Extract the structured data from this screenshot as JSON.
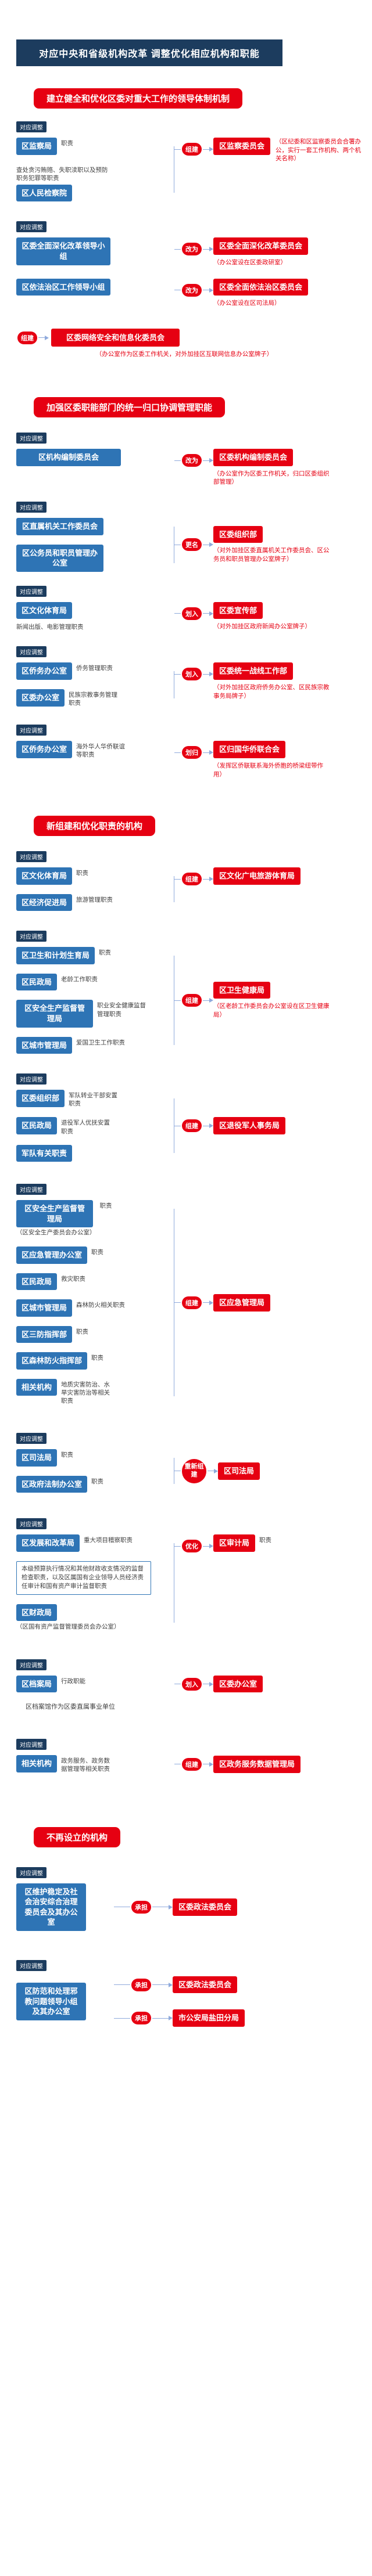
{
  "header": {
    "title": "对应中央和省级机构改革 调整优化相应机构和职能"
  },
  "tag": "对应调整",
  "s1": {
    "title": "建立健全和优化区委对重大工作的领导体制机制",
    "g1": {
      "src1": "区监察局",
      "src1_side": "职责",
      "src2": "区人民检察院",
      "src2_side": "查处贪污贿赂、失职渎职以及预防职务犯罪等职责",
      "action": "组建",
      "target": "区监察委员会",
      "note": "（区纪委和区监察委员会合署办公，实行一套工作机构、两个机关名称）"
    },
    "g2": {
      "row1": {
        "src": "区委全面深化改革领导小组",
        "action": "改为",
        "target": "区委全面深化改革委员会",
        "note": "（办公室设在区委政研室）"
      },
      "row2": {
        "src": "区依法治区工作领导小组",
        "action": "改为",
        "target": "区委全面依法治区委员会",
        "note": "（办公室设在区司法局）"
      }
    },
    "g3": {
      "action": "组建",
      "target": "区委网络安全和信息化委员会",
      "note": "（办公室作为区委工作机关，对外加挂区互联网信息办公室牌子）"
    }
  },
  "s2": {
    "title": "加强区委职能部门的统一归口协调管理职能",
    "g1": {
      "src": "区机构编制委员会",
      "action": "改为",
      "target": "区委机构编制委员会",
      "note": "（办公室作为区委工作机关，归口区委组织部管理）"
    },
    "g2": {
      "src1": "区直属机关工作委员会",
      "src2": "区公务员和职员管理办公室",
      "action": "更名",
      "target": "区委组织部",
      "note": "（对外加挂区委直属机关工作委员会、区公务员和职员管理办公室牌子）"
    },
    "g3": {
      "src": "区文化体育局",
      "src_side": "新闻出版、电影管理职责",
      "action": "划入",
      "target": "区委宣传部",
      "note": "（对外加挂区政府新闻办公室牌子）"
    },
    "g4": {
      "src1": "区侨务办公室",
      "src1_side": "侨务管理职责",
      "src2": "区委办公室",
      "src2_side": "民族宗教事务管理职责",
      "action": "划入",
      "target": "区委统一战线工作部",
      "note": "（对外加挂区政府侨务办公室、区民族宗教事务局牌子）"
    },
    "g5": {
      "src": "区侨务办公室",
      "src_side": "海外华人华侨联谊等职责",
      "action": "划归",
      "target": "区归国华侨联合会",
      "note": "（发挥区侨联联系海外侨胞的桥梁纽带作用）"
    }
  },
  "s3": {
    "title": "新组建和优化职责的机构",
    "g1": {
      "src1": "区文化体育局",
      "src1_side": "职责",
      "src2": "区经济促进局",
      "src2_side": "旅游管理职责",
      "action": "组建",
      "target": "区文化广电旅游体育局"
    },
    "g2": {
      "src1": "区卫生和计划生育局",
      "src1_side": "职责",
      "src2": "区民政局",
      "src2_side": "老龄工作职责",
      "src3": "区安全生产监督管理局",
      "src3_side": "职业安全健康监督管理职责",
      "src4": "区城市管理局",
      "src4_side": "爱国卫生工作职责",
      "action": "组建",
      "target": "区卫生健康局",
      "note": "（区老龄工作委员会办公室设在区卫生健康局）"
    },
    "g3": {
      "src1": "区委组织部",
      "src1_side": "军队转业干部安置职责",
      "src2": "区民政局",
      "src2_side": "退役军人优抚安置职责",
      "src3": "军队有关职责",
      "action": "组建",
      "target": "区退役军人事务局"
    },
    "g4": {
      "src1": "区安全生产监督管理局",
      "src1_sub": "（区安全生产委员会办公室）",
      "src1_side": "职责",
      "src2": "区应急管理办公室",
      "src2_side": "职责",
      "src3": "区民政局",
      "src3_side": "救灾职责",
      "src4": "区城市管理局",
      "src4_side": "森林防火相关职责",
      "src5": "区三防指挥部",
      "src5_side": "职责",
      "src6": "区森林防火指挥部",
      "src6_side": "职责",
      "src7": "相关机构",
      "src7_side": "地质灾害防治、水旱灾害防治等相关职责",
      "action": "组建",
      "target": "区应急管理局"
    },
    "g5": {
      "src1": "区司法局",
      "src1_side": "职责",
      "src2": "区政府法制办公室",
      "src2_side": "职责",
      "action": "重新组建",
      "target": "区司法局"
    },
    "g6": {
      "src1": "区发展和改革局",
      "src1_side": "重大项目稽察职责",
      "block": "本级预算执行情况和其他财政收支情况的监督检查职责，以及区属国有企业领导人员经济责任审计和国有资产审计监督职责",
      "src2": "区财政局",
      "src2_sub": "（区国有资产监督管理委员会办公室）",
      "action": "优化",
      "target": "区审计局",
      "target_side": "职责"
    },
    "g7": {
      "src": "区档案局",
      "src_side": "行政职能",
      "action": "划入",
      "target": "区委办公室",
      "note": "区档案馆作为区委直属事业单位"
    },
    "g8": {
      "src": "相关机构",
      "src_side": "政务服务、政务数据管理等相关职责",
      "action": "组建",
      "target": "区政务服务数据管理局"
    }
  },
  "s4": {
    "title": "不再设立的机构",
    "g1": {
      "src": "区维护稳定及社会治安综合治理委员会及其办公室",
      "action": "承担",
      "target": "区委政法委员会"
    },
    "g2": {
      "src": "区防范和处理邪教问题领导小组及其办公室",
      "action1": "承担",
      "target1": "区委政法委员会",
      "action2": "承担",
      "target2": "市公安局盐田分局"
    }
  }
}
